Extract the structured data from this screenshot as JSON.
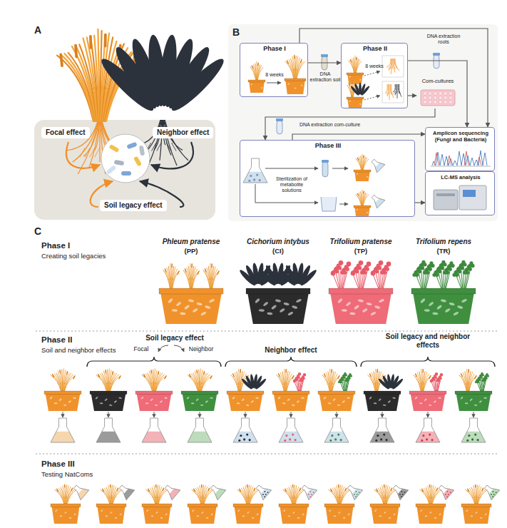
{
  "diagram": {
    "nodes": [
      {
        "text": [
          "Focal effect"
        ]
      },
      {
        "text": [
          "Neighbor effect"
        ]
      },
      {
        "text": [
          "Soil legacy effect"
        ]
      },
      {
        "text": [
          "Phase I",
          "8 weeks"
        ]
      },
      {
        "text": [
          "Phase II",
          "8 weeks"
        ]
      },
      {
        "text": [
          "Com-cultures"
        ]
      },
      {
        "text": [
          "Phase III",
          "Sterilization of metabolite solutions"
        ]
      },
      {
        "text": [
          "Amplicon sequencing (Fungi and Bacteria)"
        ]
      },
      {
        "text": [
          "LC-MS analysis"
        ]
      }
    ],
    "edges": [
      {
        "from": 3,
        "to": 4,
        "label": "DNA extraction soil",
        "arrow": "to"
      },
      {
        "from": 3,
        "to": 7,
        "arrow": "to"
      },
      {
        "from": 4,
        "to": 7,
        "label": "DNA extraction roots",
        "arrow": "to"
      },
      {
        "from": 4,
        "to": 5,
        "arrow": "to"
      },
      {
        "from": 5,
        "to": 6,
        "arrow": "to"
      },
      {
        "from": 6,
        "to": 7,
        "label": "DNA extraction com-culture",
        "arrow": "to"
      },
      {
        "from": 6,
        "to": 8,
        "arrow": "to"
      }
    ],
    "labels": [
      "A",
      "B",
      "C",
      "Phase I",
      "Creating soil legacies",
      "Phleum pratense",
      "(PP)",
      "Cichorium intybus",
      "(CI)",
      "Trifolium pratense",
      "(TP)",
      "Trifolium repens",
      "(TR)",
      "Phase II",
      "Soil and neighbor effects",
      "Soil legacy effect",
      "Focal",
      "Neighbor",
      "Neighbor effect",
      "Soil legacy and neighbor effects",
      "Phase III",
      "Testing NatComs"
    ]
  }
}
